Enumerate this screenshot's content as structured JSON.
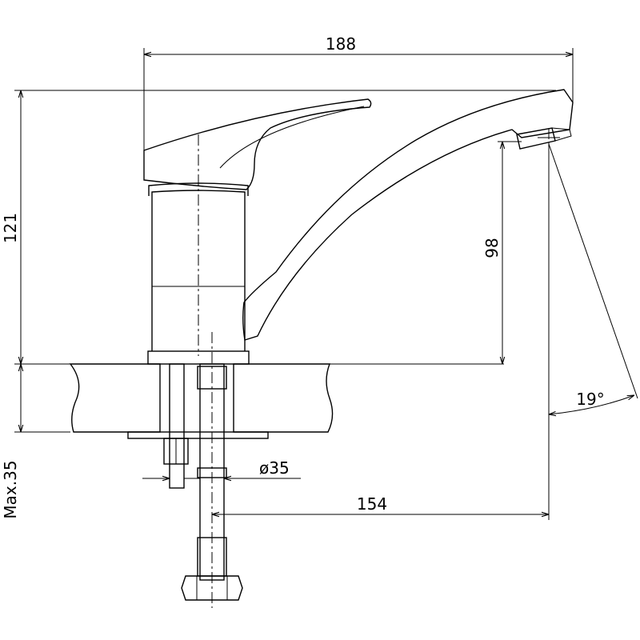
{
  "dimensions": {
    "overall_length": "188",
    "overall_height": "121",
    "spout_height": "98",
    "spout_reach": "154",
    "swivel_angle": "19°",
    "mount_diameter": "ø35",
    "max_counter_thickness": "Max.35"
  }
}
